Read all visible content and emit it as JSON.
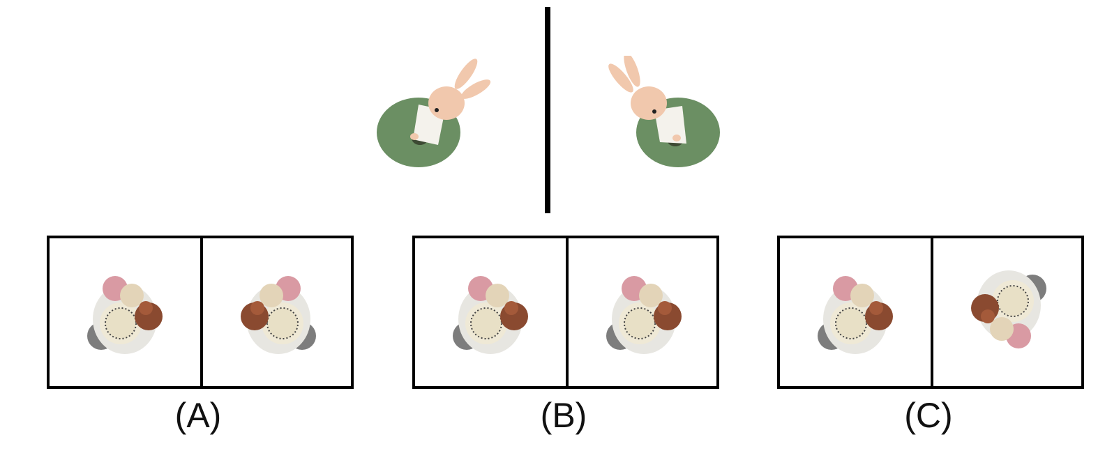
{
  "options": [
    {
      "id": "A",
      "label": "(A)"
    },
    {
      "id": "B",
      "label": "(B)"
    },
    {
      "id": "C",
      "label": "(C)"
    }
  ],
  "colors": {
    "base_green": "#6b8f63",
    "rabbit_skin": "#f1c8ad",
    "rabbit_inner_ear": "#e6a68c",
    "dress": "#f4f2ec",
    "cup": "#e7e6e1",
    "handle": "#8a8a8a",
    "scoop_pink": "#d99aa3",
    "scoop_cream": "#e3d4b8",
    "scoop_brown": "#8a4a30"
  },
  "icons": [
    "rabbit-figurine-icon",
    "ice-cream-cup-icon"
  ]
}
